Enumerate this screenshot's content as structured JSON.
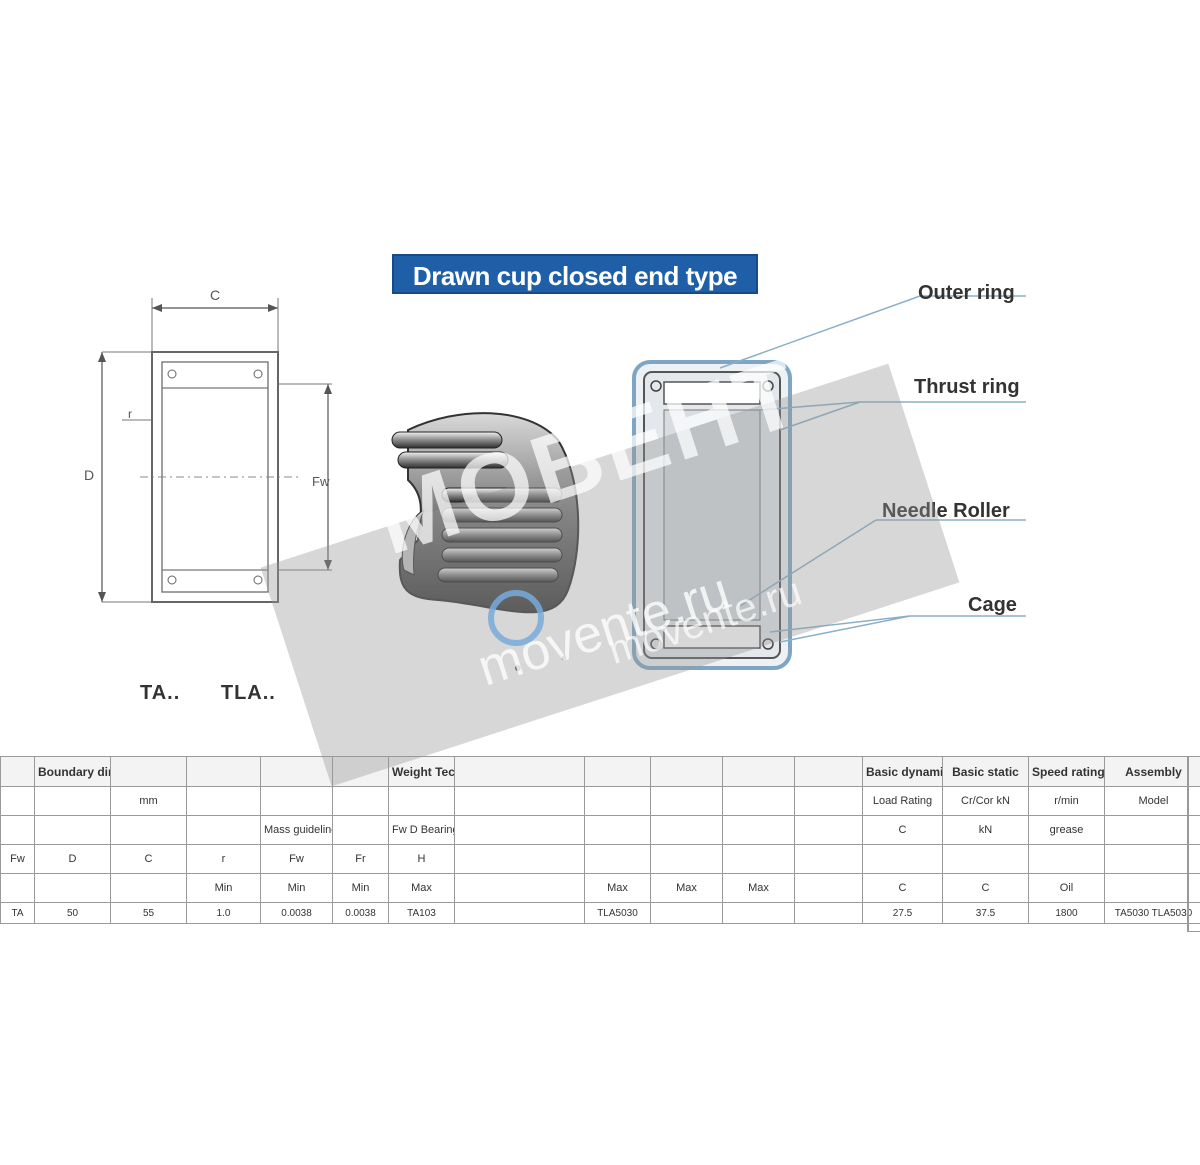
{
  "diagram": {
    "title": "Drawn cup closed end type",
    "callouts": [
      "Outer ring",
      "Thrust ring",
      "Needle Roller",
      "Cage"
    ],
    "series_labels": [
      "TA..",
      "TLA.."
    ],
    "dimension_labels": {
      "width": "C",
      "outer_diameter": "D",
      "inner_diameter": "Fw",
      "r": "r"
    },
    "colors": {
      "banner_bg": "#1f5fa8",
      "line": "#8ab0c8"
    }
  },
  "watermark": {
    "brand": "МОВЕНТ",
    "domain": "movente.ru",
    "domain_small": "movente.ru"
  },
  "table": {
    "rows": [
      [
        "",
        "Boundary dimensions",
        "",
        "",
        "",
        "",
        "Weight Technology dimensions mm",
        "",
        "",
        "",
        "",
        "",
        "Basic dynamic",
        "Basic static",
        "Speed rating",
        "Assembly"
      ],
      [
        "",
        "",
        "mm",
        "",
        "",
        "",
        "",
        "",
        "",
        "",
        "",
        "",
        "Load Rating",
        "Cr/Cor kN",
        "r/min",
        "Model"
      ],
      [
        "",
        "",
        "",
        "",
        "Mass guidelines",
        "",
        "Fw D  Bearing model",
        "",
        "",
        "",
        "",
        "",
        "C",
        "kN",
        "grease",
        ""
      ],
      [
        "Fw",
        "D",
        "C",
        "r",
        "Fw",
        "Fr",
        "H",
        "",
        "",
        "",
        "",
        "",
        "",
        "",
        "",
        ""
      ],
      [
        "",
        "",
        "",
        "Min",
        "Min",
        "Min",
        "Max",
        "",
        "Max",
        "Max",
        "Max",
        "",
        "C",
        "C",
        "Oil",
        ""
      ],
      [
        "TA",
        "50",
        "55",
        "1.0",
        "0.0038",
        "0.0038",
        "TA103",
        "",
        "TLA5030",
        "",
        "",
        "",
        "27.5",
        "37.5",
        "1800",
        "TA5030 TLA5030"
      ]
    ]
  }
}
